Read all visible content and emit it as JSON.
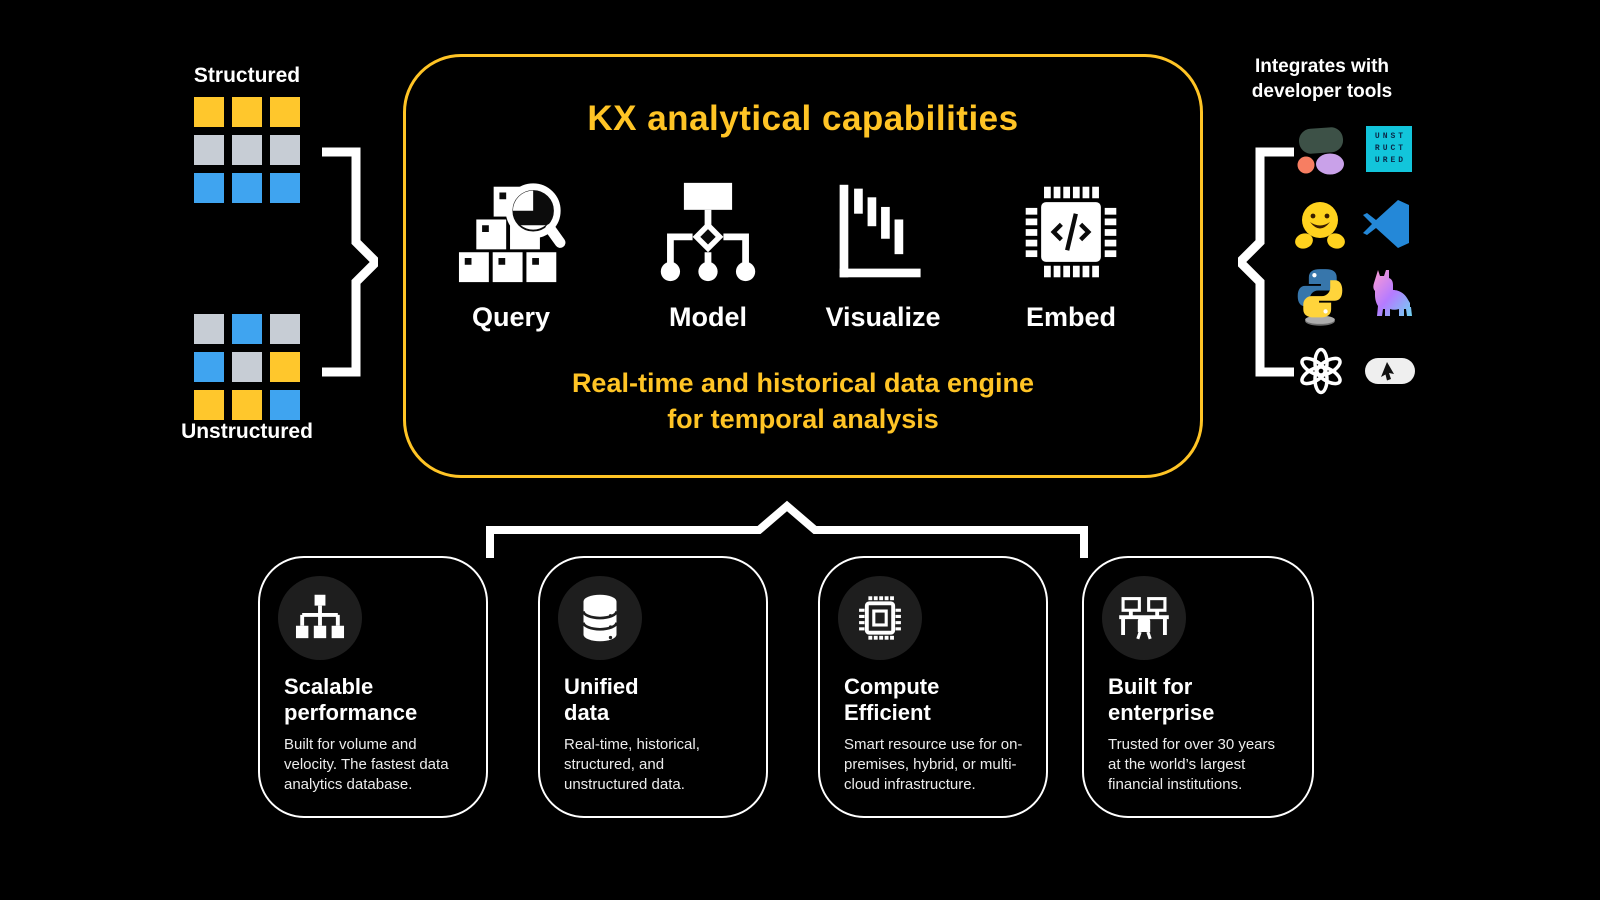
{
  "colors": {
    "background": "#000000",
    "accent_yellow": "#FFC425",
    "square_yellow": "#FFC72C",
    "square_gray": "#C7CDD5",
    "square_blue": "#3FA4F0",
    "unstructured_teal": "#12C5DB",
    "card_border": "#FFFFFF",
    "icon_circle_bg": "#1E1E1E"
  },
  "left_panel": {
    "structured_label": "Structured",
    "unstructured_label": "Unstructured",
    "structured_grid": [
      [
        "yellow",
        "yellow",
        "yellow"
      ],
      [
        "gray",
        "gray",
        "gray"
      ],
      [
        "blue",
        "blue",
        "blue"
      ]
    ],
    "unstructured_grid": [
      [
        "gray",
        "blue",
        "gray"
      ],
      [
        "blue",
        "gray",
        "yellow"
      ],
      [
        "yellow",
        "yellow",
        "blue"
      ]
    ]
  },
  "capabilities_box": {
    "title": "KX analytical capabilities",
    "items": [
      {
        "label": "Query",
        "icon": "query-search-boxes-icon"
      },
      {
        "label": "Model",
        "icon": "model-tree-icon"
      },
      {
        "label": "Visualize",
        "icon": "visualize-bars-icon"
      },
      {
        "label": "Embed",
        "icon": "embed-chip-icon"
      }
    ],
    "subtitle_line1": "Real-time and historical data engine",
    "subtitle_line2": "for temporal analysis"
  },
  "developer_tools": {
    "heading_line1": "Integrates with",
    "heading_line2": "developer tools",
    "unstructured_lines": [
      "UNST",
      "RUCT",
      "URED"
    ],
    "tools": [
      "blob-shapes-logo",
      "unstructured-logo",
      "hugging-face-logo",
      "vscode-logo",
      "python-logo",
      "llama-logo",
      "openai-logo",
      "cursor-pill-logo"
    ]
  },
  "feature_cards": [
    {
      "icon": "hierarchy-icon",
      "title_line1": "Scalable",
      "title_line2": "performance",
      "body": "Built for volume and velocity. The fastest data analytics database."
    },
    {
      "icon": "database-icon",
      "title_line1": "Unified",
      "title_line2": "data",
      "body": "Real-time, historical, structured, and unstructured data."
    },
    {
      "icon": "chip-icon",
      "title_line1": "Compute",
      "title_line2": "Efficient",
      "body": "Smart resource use for on-premises, hybrid, or multi-cloud infrastructure."
    },
    {
      "icon": "workstation-icon",
      "title_line1": "Built for",
      "title_line2": "enterprise",
      "body": "Trusted for over 30 years at the world’s largest financial institutions."
    }
  ]
}
